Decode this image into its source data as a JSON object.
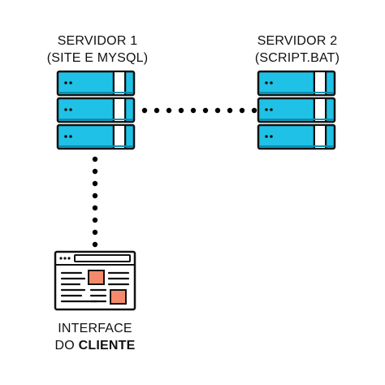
{
  "nodes": {
    "server1": {
      "title": "SERVIDOR 1",
      "subtitle": "(SITE E MYSQL)"
    },
    "server2": {
      "title": "SERVIDOR 2",
      "subtitle": "(SCRIPT.BAT)"
    },
    "client": {
      "line1": "INTERFACE",
      "line2_prefix": "DO ",
      "line2_bold": "CLIENTE"
    }
  },
  "colors": {
    "server_fill": "#1fc2e6",
    "outline": "#111111",
    "window_accent": "#f58a6a",
    "connector": "#000000"
  }
}
